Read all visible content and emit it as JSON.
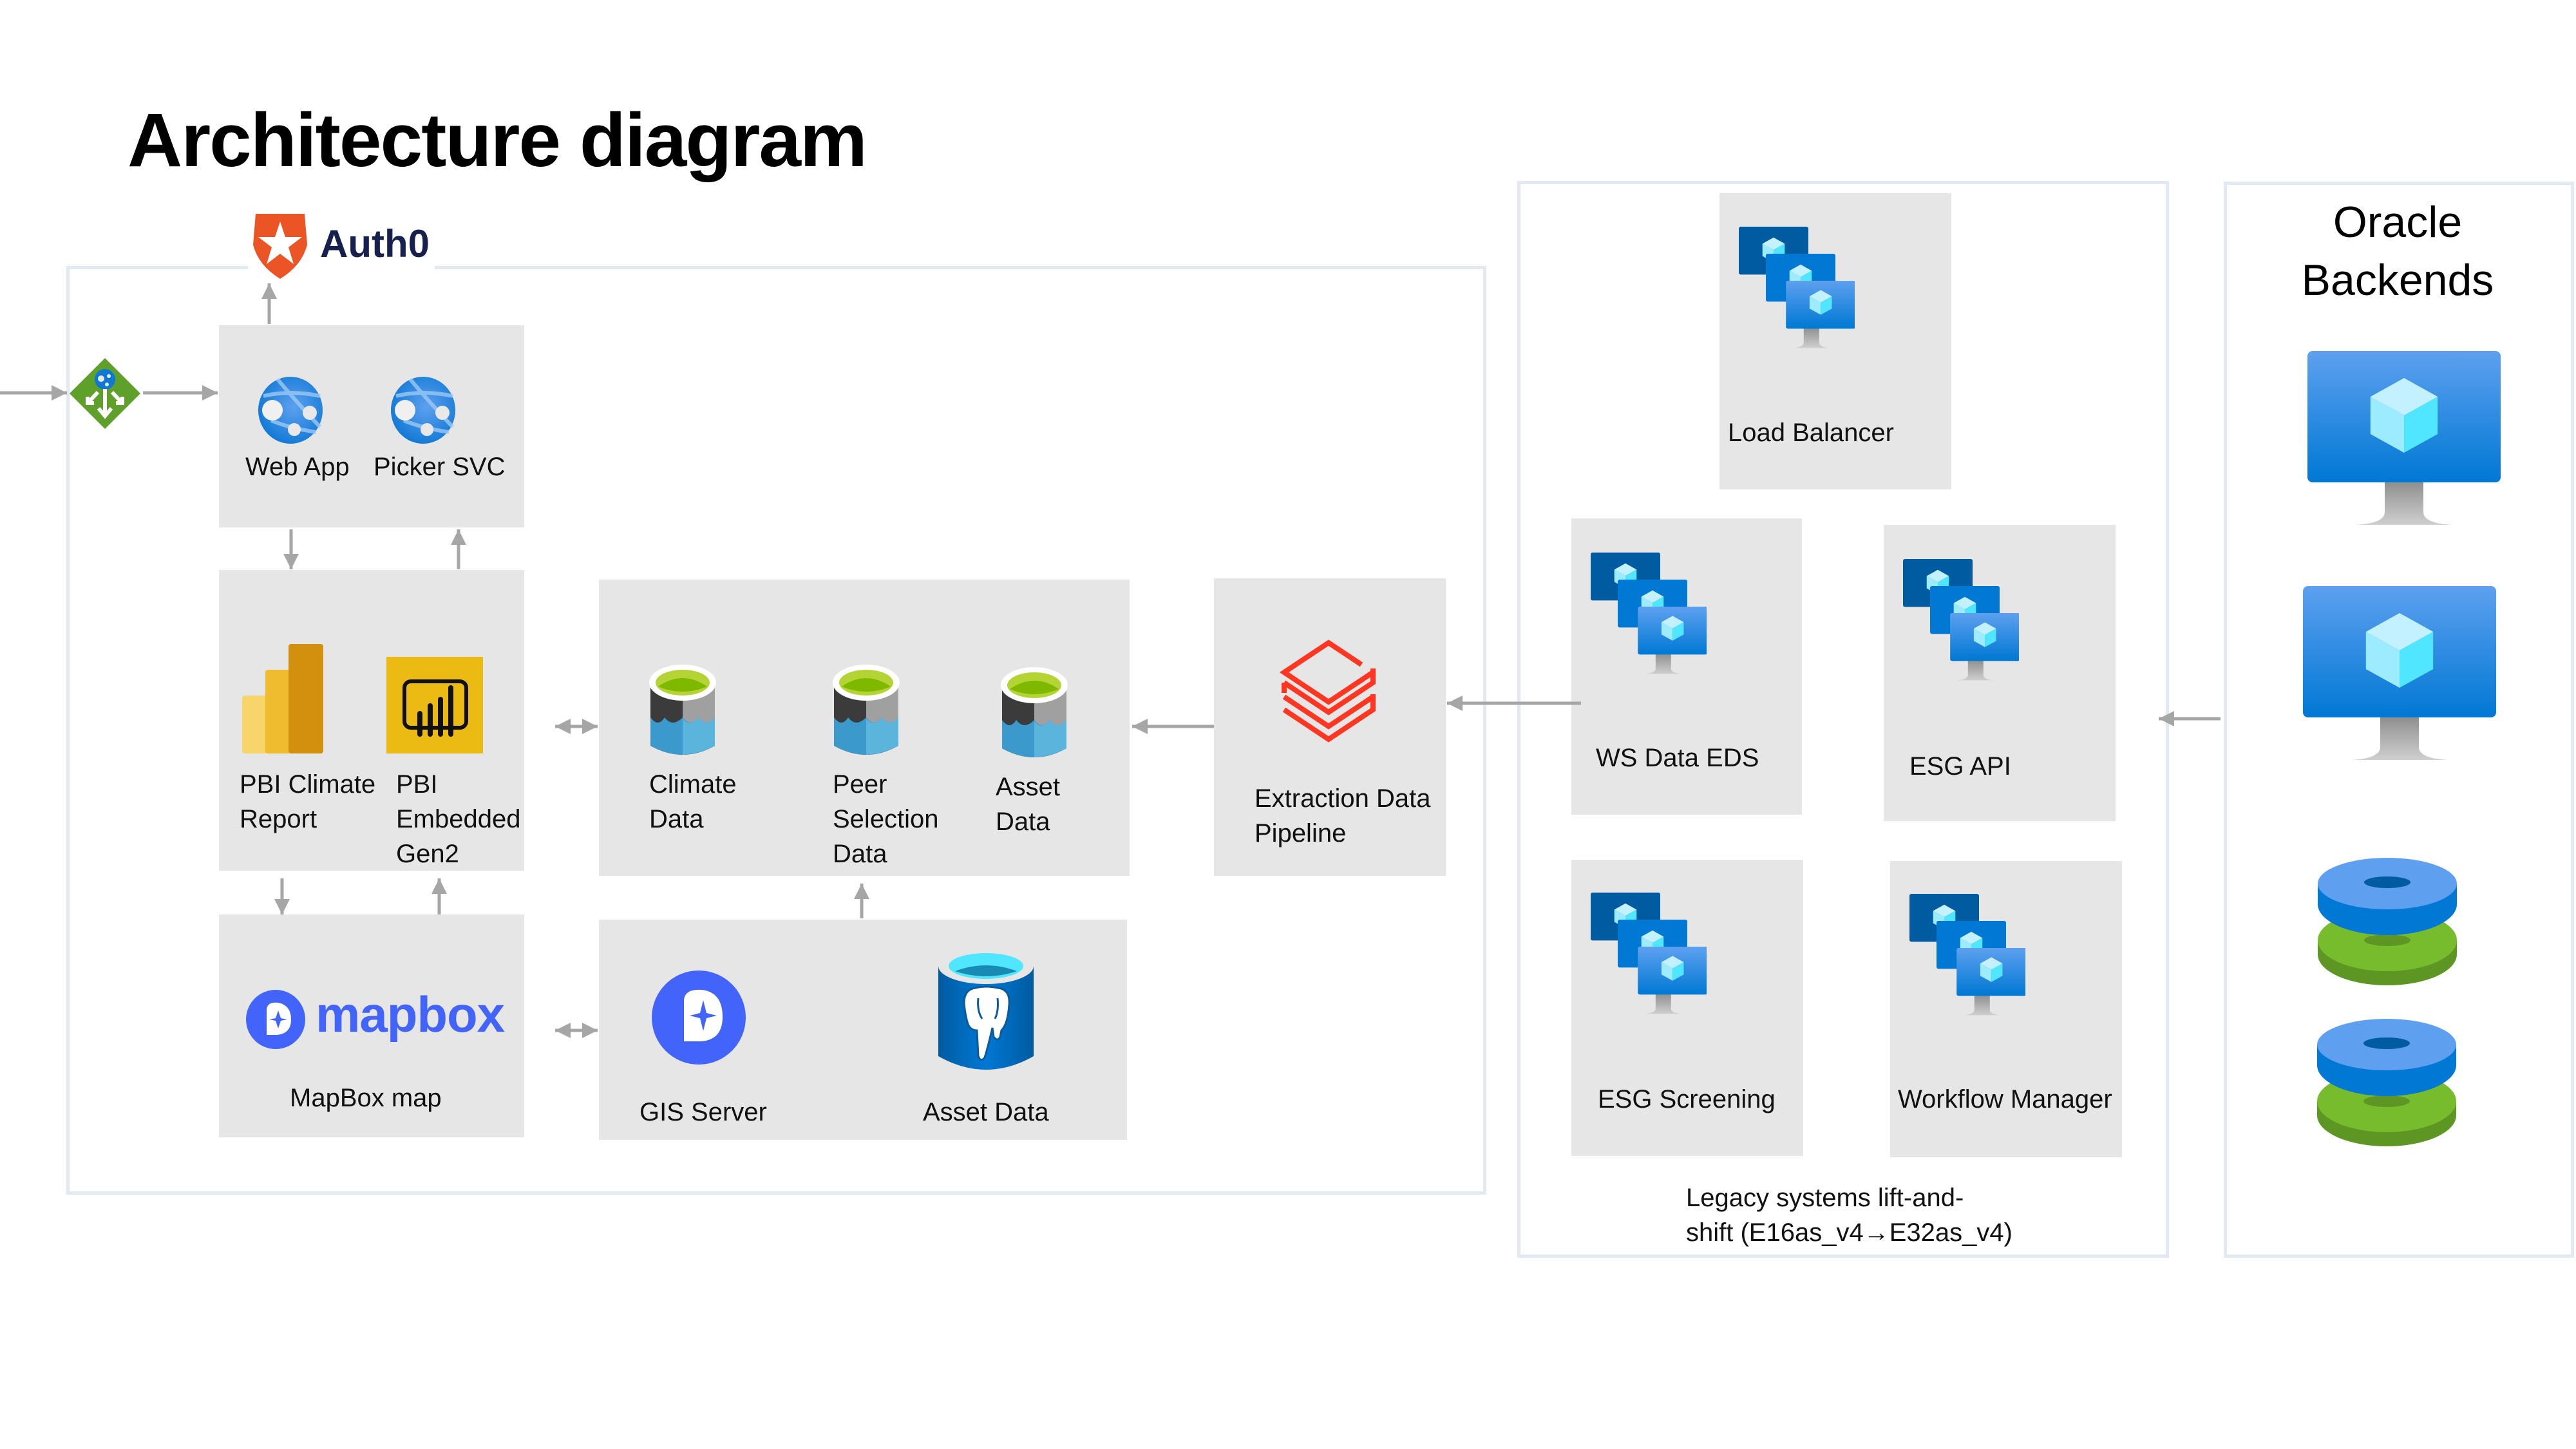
{
  "title": "Architecture diagram",
  "auth": {
    "name": "Auth0",
    "icon": "auth0-shield-icon",
    "color": "#eb5424"
  },
  "gateway": {
    "icon": "application-gateway-icon",
    "color": "#5ea02a"
  },
  "frontend": {
    "items": [
      {
        "label": "Web App",
        "icon": "app-service-globe-icon"
      },
      {
        "label": "Picker SVC",
        "icon": "app-service-globe-icon"
      }
    ]
  },
  "reporting": {
    "items": [
      {
        "label_lines": [
          "PBI Climate",
          "Report"
        ],
        "icon": "power-bi-icon"
      },
      {
        "label_lines": [
          "PBI",
          "Embedded",
          "Gen2"
        ],
        "icon": "power-bi-embedded-icon"
      }
    ]
  },
  "data_stores": {
    "items": [
      {
        "label_lines": [
          "Climate",
          "Data"
        ],
        "icon": "data-lake-storage-icon"
      },
      {
        "label_lines": [
          "Peer",
          "Selection",
          "Data"
        ],
        "icon": "data-lake-storage-icon"
      },
      {
        "label_lines": [
          "Asset",
          "Data"
        ],
        "icon": "data-lake-storage-icon"
      }
    ]
  },
  "maps": {
    "logo_text": "mapbox",
    "label": "MapBox map",
    "color": "#4264fb"
  },
  "gis": {
    "items": [
      {
        "label": "GIS Server",
        "icon": "mapbox-pin-icon"
      },
      {
        "label": "Asset Data",
        "icon": "postgresql-database-icon"
      }
    ]
  },
  "pipeline": {
    "label_lines": [
      "Extraction Data",
      "Pipeline"
    ],
    "icon": "databricks-icon",
    "color": "#ff3621"
  },
  "legacy": {
    "vms": [
      {
        "label": "Load Balancer",
        "icon": "vm-scale-set-icon"
      },
      {
        "label": "WS Data EDS",
        "icon": "vm-scale-set-icon"
      },
      {
        "label": "ESG API",
        "icon": "vm-scale-set-icon"
      },
      {
        "label": "ESG Screening",
        "icon": "vm-scale-set-icon"
      },
      {
        "label": "Workflow Manager",
        "icon": "vm-scale-set-icon"
      }
    ],
    "caption_lines": [
      "Legacy systems lift-and-",
      "shift (E16as_v4→E32as_v4)"
    ]
  },
  "oracle": {
    "title_lines": [
      "Oracle",
      "Backends"
    ],
    "items": [
      {
        "icon": "virtual-machine-icon"
      },
      {
        "icon": "virtual-machine-icon"
      },
      {
        "icon": "disk-storage-icon"
      },
      {
        "icon": "disk-storage-icon"
      }
    ]
  },
  "colors": {
    "group_bg": "#e6e6e6",
    "container_border": "#e3e9f3",
    "arrow": "#a6a6a6"
  }
}
